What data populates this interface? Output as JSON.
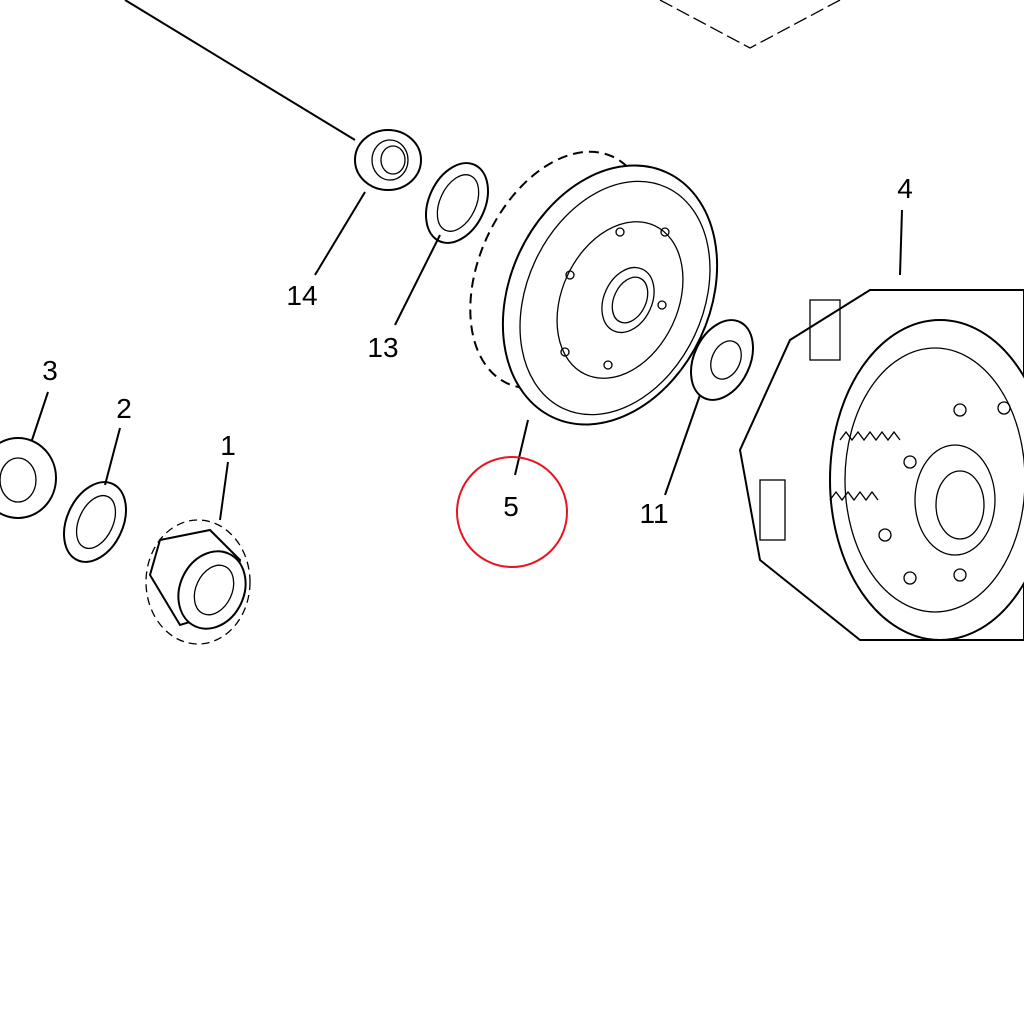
{
  "diagram": {
    "callouts": [
      {
        "id": "part-14",
        "label": "14"
      },
      {
        "id": "part-13",
        "label": "13"
      },
      {
        "id": "part-3",
        "label": "3"
      },
      {
        "id": "part-2",
        "label": "2"
      },
      {
        "id": "part-1",
        "label": "1"
      },
      {
        "id": "part-5",
        "label": "5"
      },
      {
        "id": "part-11",
        "label": "11"
      },
      {
        "id": "part-4",
        "label": "4"
      }
    ],
    "highlight": {
      "label": "5",
      "color": "#e8141e"
    }
  }
}
